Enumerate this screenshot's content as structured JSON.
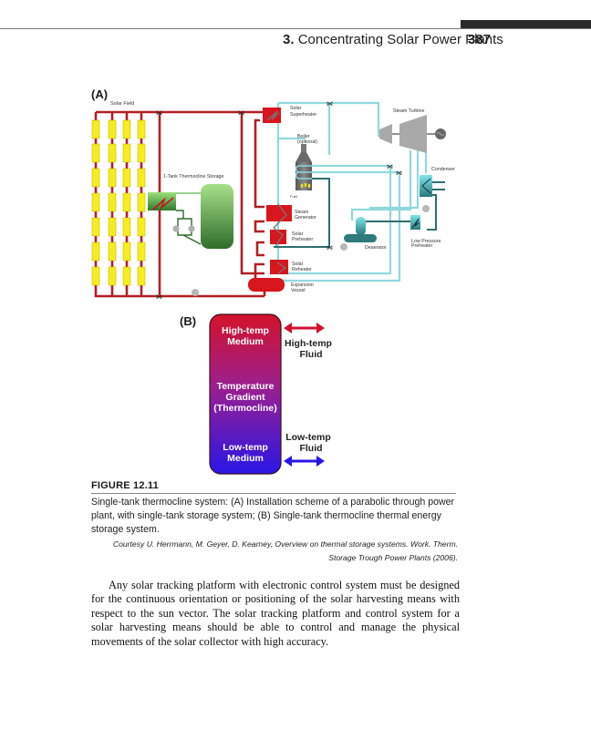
{
  "header": {
    "chapter_number": "3.",
    "chapter_title": "Concentrating Solar Power Plants",
    "page_number": "387"
  },
  "figure": {
    "panel_a_label": "(A)",
    "panel_b_label": "(B)",
    "diagram_a": {
      "solar_field": "Solar Field",
      "storage": "1-Tank Thermocline Storage",
      "superheater": [
        "Solar",
        "Superheater"
      ],
      "boiler": [
        "Boiler",
        "(optional)"
      ],
      "fuel": "Fuel",
      "steam_turbine": "Steam Turbine",
      "condenser": "Condenser",
      "steam_generator": [
        "Steam",
        "Generator"
      ],
      "preheater": [
        "Solar",
        "Preheater"
      ],
      "deaerator": "Deaerator",
      "lp_preheater": [
        "Low Pressure",
        "Preheater"
      ],
      "reheater": [
        "Solar",
        "Reheater"
      ],
      "expansion_vessel": [
        "Expansion",
        "Vessel"
      ]
    },
    "diagram_b": {
      "high_medium": [
        "High-temp",
        "Medium"
      ],
      "gradient": [
        "Temperature",
        "Gradient",
        "(Thermocline)"
      ],
      "low_medium": [
        "Low-temp",
        "Medium"
      ],
      "high_fluid": [
        "High-temp",
        "Fluid"
      ],
      "low_fluid": [
        "Low-temp",
        "Fluid"
      ]
    },
    "title": "FIGURE 12.11",
    "caption": "Single-tank thermocline system: (A) Installation scheme of a parabolic through power plant, with single-tank storage system; (B) Single-tank thermocline thermal energy storage system.",
    "credit": "Courtesy U. Herrmann, M. Geyer, D. Kearney, Overview on thermal storage systems. Work. Therm. Storage Trough Power Plants (2006)."
  },
  "body": {
    "paragraph": "Any solar tracking platform with electronic control system must be designed for the continuous orientation or positioning of the solar harvesting means with respect to the sun vector. The solar tracking platform and control system for a solar harvest­ing means should be able to control and manage the physical movements of the solar collector with high accuracy."
  },
  "colors": {
    "htf_red": "#b21e24",
    "water_cyan": "#8fd9dd",
    "collector_yellow": "#f5ee1c",
    "hx_red": "#d7161e",
    "storage_green": "#3d8f3a",
    "hot_medium": "#d3122a",
    "cold_medium": "#2a16e6"
  }
}
